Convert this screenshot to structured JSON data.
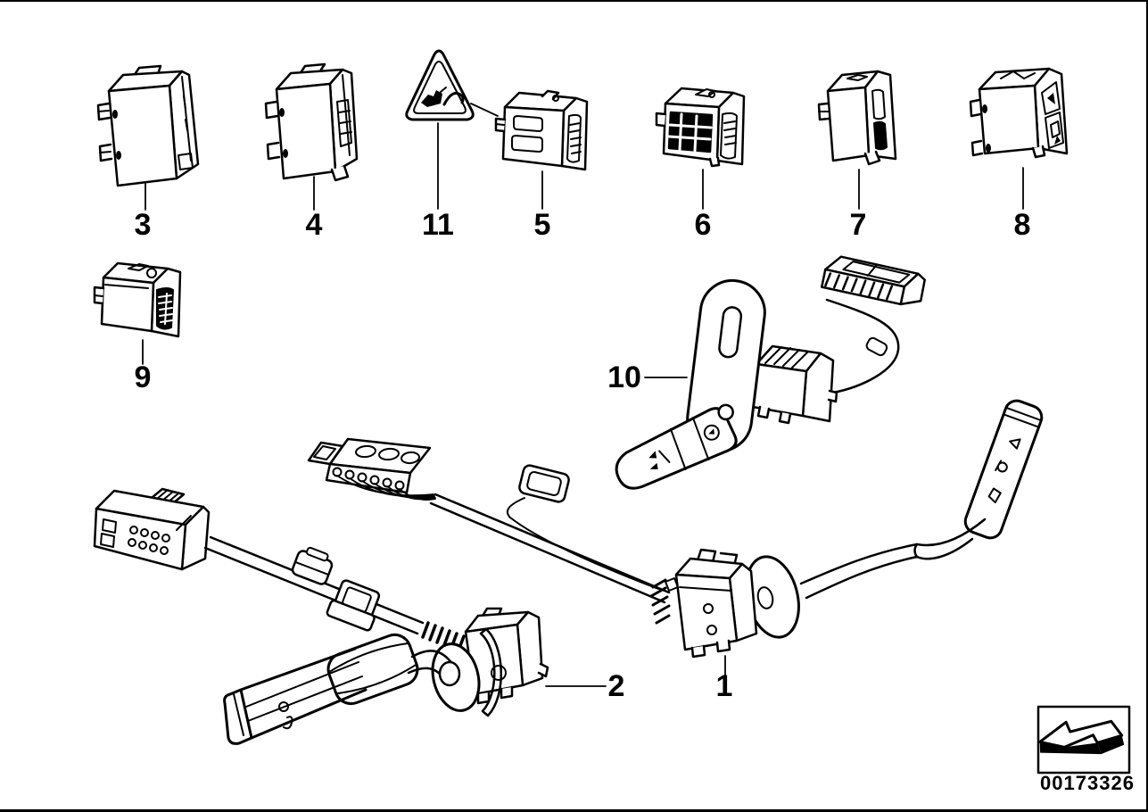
{
  "page": {
    "doc_number": "00173326",
    "background": "#ffffff",
    "line_color": "#000000"
  },
  "callouts": {
    "n1": {
      "label": "1"
    },
    "n2": {
      "label": "2"
    },
    "n3": {
      "label": "3"
    },
    "n4": {
      "label": "4"
    },
    "n5": {
      "label": "5"
    },
    "n6": {
      "label": "6"
    },
    "n7": {
      "label": "7"
    },
    "n8": {
      "label": "8"
    },
    "n9": {
      "label": "9"
    },
    "n10": {
      "label": "10"
    },
    "n11": {
      "label": "11"
    }
  },
  "icons": {
    "warning_triangle": "warning-triangle-icon",
    "direction_arrow": "direction-arrow-icon"
  }
}
